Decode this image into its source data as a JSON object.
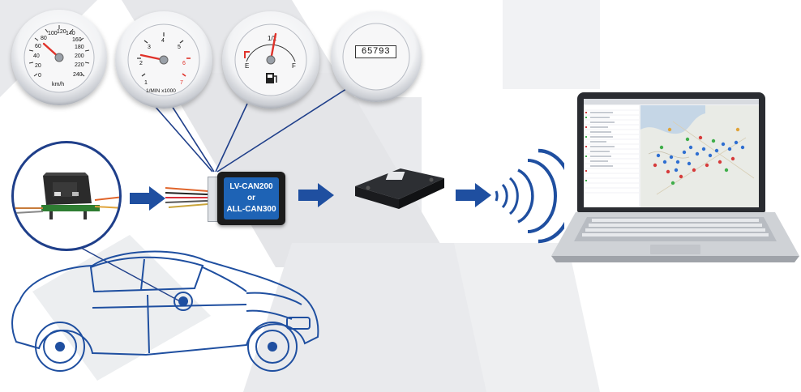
{
  "gauges": [
    {
      "name": "speedometer",
      "unit": "km/h",
      "ticks": [
        "0",
        "20",
        "40",
        "60",
        "80",
        "100",
        "120",
        "140",
        "160",
        "180",
        "200",
        "220",
        "240"
      ]
    },
    {
      "name": "tachometer",
      "unit": "1/MIN x1000",
      "ticks": [
        "1",
        "2",
        "3",
        "4",
        "5",
        "6",
        "7"
      ]
    },
    {
      "name": "fuel-gauge",
      "ticks": [
        "E",
        "1/2",
        "F"
      ]
    },
    {
      "name": "odometer",
      "reading": "65793"
    }
  ],
  "converter": {
    "line1": "LV-CAN200",
    "line2": "or",
    "line3": "ALL-CAN300"
  },
  "colors": {
    "accent_blue": "#1f4fa0",
    "bg_gray": "#e4e5e8",
    "device_blue": "#1e63b5"
  }
}
